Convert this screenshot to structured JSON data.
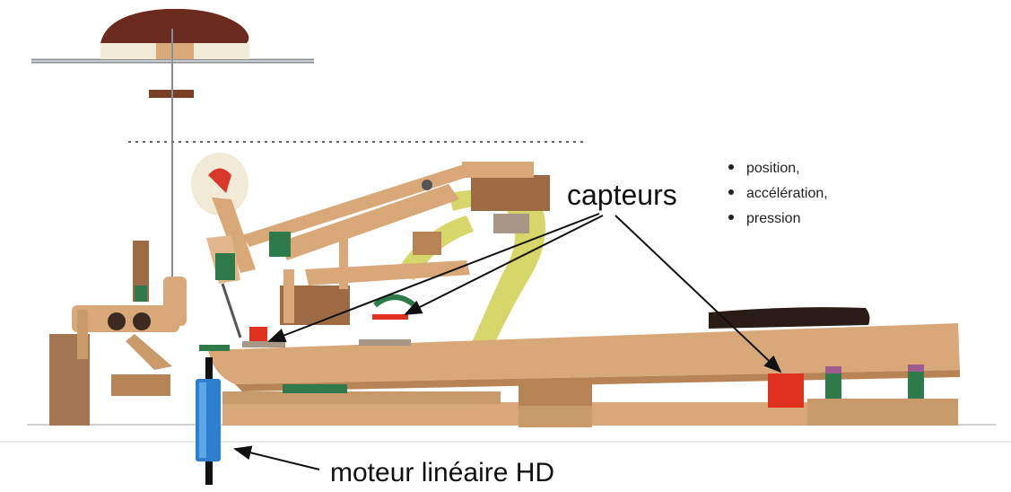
{
  "labels": {
    "sensors": "capteurs",
    "sensor_types": [
      "position,",
      "accélération,",
      "pression"
    ],
    "motor": "moteur linéaire HD"
  },
  "colors": {
    "wood": "#d9a878",
    "wood_dark": "#b98455",
    "wood_shadow": "#9c6b43",
    "felt_green": "#2f7a4a",
    "felt_white": "#f1ead6",
    "hammer_top": "#6b2a1e",
    "yellow_frame": "#d7d66a",
    "sensor_red": "#e0321e",
    "motor_blue": "#2f7fd0",
    "key_black": "#2a1c16",
    "arrow": "#111111"
  }
}
